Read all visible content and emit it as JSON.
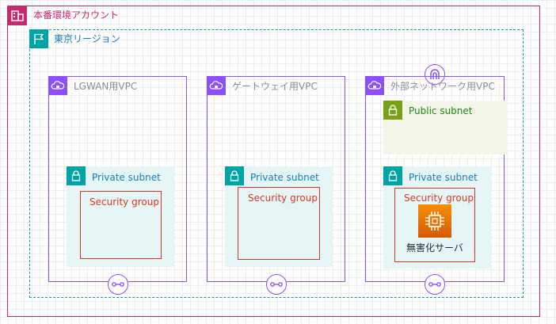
{
  "account": {
    "label": "本番環境アカウント"
  },
  "region": {
    "label": "東京リージョン"
  },
  "vpcs": [
    {
      "label": "LGWAN用VPC"
    },
    {
      "label": "ゲートウェイ用VPC"
    },
    {
      "label": "外部ネットワーク用VPC"
    }
  ],
  "subnets": {
    "private_label": "Private subnet",
    "public_label": "Public subnet"
  },
  "security_group": {
    "label": "Security group"
  },
  "server": {
    "label": "無害化サーバ"
  },
  "colors": {
    "account": "#c7296d",
    "region": "#00a4a6",
    "vpc": "#8c4fff",
    "private_subnet": "#00a4a6",
    "public_subnet": "#7aa116",
    "security_group": "#dd3522",
    "ec2": "#ed7100"
  },
  "icons": {
    "account": "account-icon",
    "region": "flag-icon",
    "vpc": "cloud-lock-icon",
    "subnet": "padlock-icon",
    "ec2": "chip-icon",
    "endpoint": "vpc-endpoint-icon",
    "gateway": "internet-gateway-icon"
  }
}
